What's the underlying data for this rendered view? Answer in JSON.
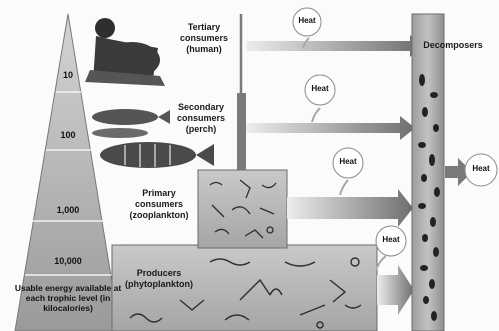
{
  "pyramid": {
    "levels": [
      "10",
      "100",
      "1,000",
      "10,000"
    ],
    "caption": "Usable energy\navailable at\neach trophic level\n(in kilocalories)"
  },
  "tiers": {
    "tertiary": "Tertiary\nconsumers\n(human)",
    "secondary": "Secondary\nconsumers\n(perch)",
    "primary": "Primary\nconsumers\n(zooplankton)",
    "producers": "Producers\n(phytoplankton)"
  },
  "decomposers": "Decomposers",
  "heat_label": "Heat"
}
